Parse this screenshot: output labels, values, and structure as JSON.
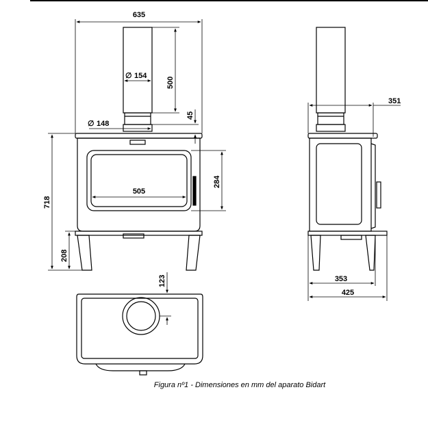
{
  "dimensions": {
    "overall_width": "635",
    "flue_length": "500",
    "flue_diameter": "154",
    "collar_diameter": "148",
    "collar_height": "45",
    "glass_height": "284",
    "glass_width": "505",
    "overall_height": "718",
    "leg_height": "208",
    "flue_depth_offset": "351",
    "leg_depth": "353",
    "overall_depth": "425",
    "flue_center_offset": "123"
  },
  "symbols": {
    "diameter": "∅"
  },
  "caption": "Figura nº1 - Dimensiones en mm del aparato Bidart"
}
